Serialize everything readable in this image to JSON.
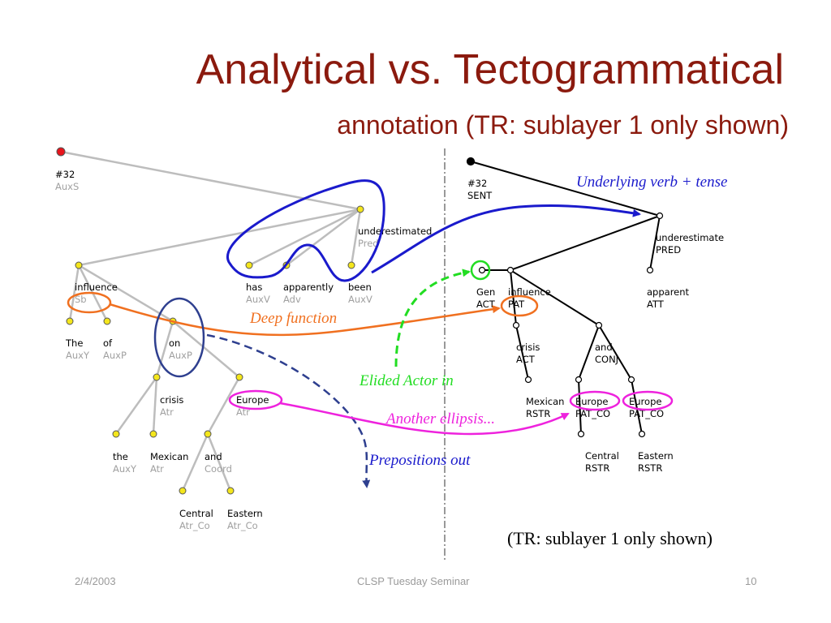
{
  "slide": {
    "title": "Analytical vs. Tectogrammatical",
    "subtitle": "annotation (TR: sublayer 1 only shown)",
    "footer_date": "2/4/2003",
    "footer_center": "CLSP Tuesday Seminar",
    "footer_page": "10"
  },
  "colors": {
    "title": "#8b1a0e",
    "analytical_tree": "#bdbdbd",
    "tecto_tree": "#000000",
    "node_fill": "#f4e61c",
    "root_analytical": "#e8141b",
    "blue": "#1a1acc",
    "orange": "#f07020",
    "green": "#22dd22",
    "magenta": "#ee22dd",
    "navy_dashed": "#2e3f8f"
  },
  "analytical": {
    "root": {
      "word": "#32",
      "func": "AuxS"
    },
    "nodes": [
      {
        "word": "underestimated",
        "func": "Pred"
      },
      {
        "word": "influence",
        "func": "Sb"
      },
      {
        "word": "has",
        "func": "AuxV"
      },
      {
        "word": "apparently",
        "func": "Adv"
      },
      {
        "word": "been",
        "func": "AuxV"
      },
      {
        "word": "The",
        "func": "AuxY"
      },
      {
        "word": "of",
        "func": "AuxP"
      },
      {
        "word": "on",
        "func": "AuxP"
      },
      {
        "word": "crisis",
        "func": "Atr"
      },
      {
        "word": "Europe",
        "func": "Atr"
      },
      {
        "word": "the",
        "func": "AuxY"
      },
      {
        "word": "Mexican",
        "func": "Atr"
      },
      {
        "word": "and",
        "func": "Coord"
      },
      {
        "word": "Central",
        "func": "Atr_Co"
      },
      {
        "word": "Eastern",
        "func": "Atr_Co"
      }
    ]
  },
  "tecto": {
    "root": {
      "word": "#32",
      "func": "SENT"
    },
    "nodes": [
      {
        "word": "underestimate",
        "func": "PRED"
      },
      {
        "word": "Gen",
        "func": "ACT"
      },
      {
        "word": "influence",
        "func": "PAT"
      },
      {
        "word": "apparent",
        "func": "ATT"
      },
      {
        "word": "crisis",
        "func": "ACT"
      },
      {
        "word": "and",
        "func": "CONJ"
      },
      {
        "word": "Mexican",
        "func": "RSTR"
      },
      {
        "word": "Europe",
        "func": "PAT_CO"
      },
      {
        "word": "Europe",
        "func": "PAT_CO"
      },
      {
        "word": "Central",
        "func": "RSTR"
      },
      {
        "word": "Eastern",
        "func": "RSTR"
      }
    ]
  },
  "annotations": {
    "underlying": "Underlying verb + tense",
    "deep_function": "Deep function",
    "elided_actor": "Elided Actor in",
    "another_ellipsis": "Another ellipsis...",
    "prepositions_out": "Prepositions out",
    "sublayer_note": "(TR: sublayer 1 only shown)"
  }
}
